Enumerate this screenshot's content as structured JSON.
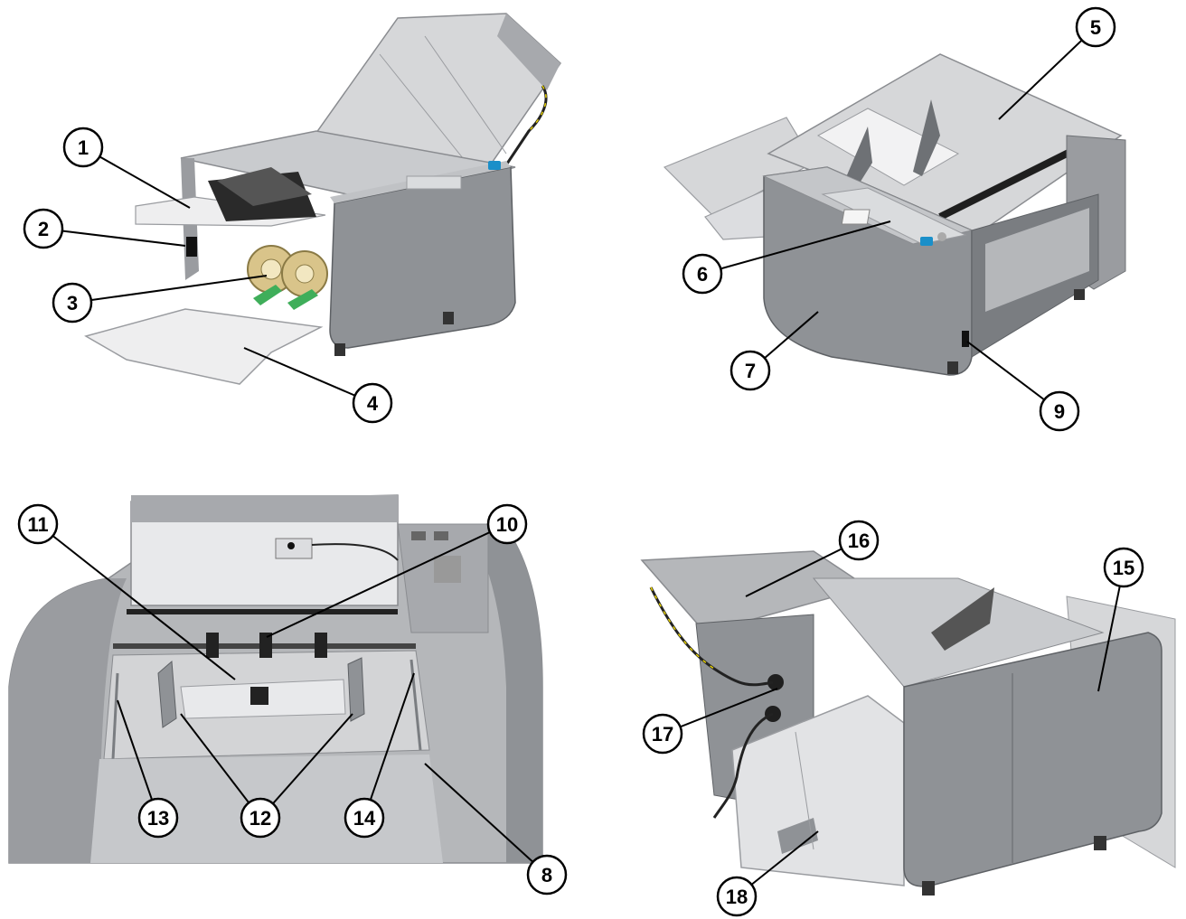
{
  "diagram": {
    "panels": [
      {
        "id": "front-left",
        "illustration": "paper-folder-front-view"
      },
      {
        "id": "front-right",
        "illustration": "paper-folder-operation-panel-view"
      },
      {
        "id": "top-inside",
        "illustration": "paper-folder-inside-view"
      },
      {
        "id": "rear",
        "illustration": "paper-folder-rear-view"
      }
    ],
    "callouts": [
      {
        "id": "c1",
        "label": "1"
      },
      {
        "id": "c2",
        "label": "2"
      },
      {
        "id": "c3",
        "label": "3"
      },
      {
        "id": "c4",
        "label": "4"
      },
      {
        "id": "c5",
        "label": "5"
      },
      {
        "id": "c6",
        "label": "6"
      },
      {
        "id": "c7",
        "label": "7"
      },
      {
        "id": "c9",
        "label": "9"
      },
      {
        "id": "c11",
        "label": "11"
      },
      {
        "id": "c10",
        "label": "10"
      },
      {
        "id": "c13",
        "label": "13"
      },
      {
        "id": "c12",
        "label": "12"
      },
      {
        "id": "c14",
        "label": "14"
      },
      {
        "id": "c8",
        "label": "8"
      },
      {
        "id": "c16",
        "label": "16"
      },
      {
        "id": "c15",
        "label": "15"
      },
      {
        "id": "c17",
        "label": "17"
      },
      {
        "id": "c18",
        "label": "18"
      }
    ],
    "colors": {
      "body": "#8f9296",
      "body_dark": "#6e7175",
      "body_light": "#c9cbce",
      "tray": "#e4e5e7",
      "roller": "#1f1f1f",
      "accent_blue": "#1a8fc9",
      "guide_green": "#3fae5a",
      "gear_gold": "#d9c48a",
      "cable_yellow": "#e8d200"
    }
  }
}
